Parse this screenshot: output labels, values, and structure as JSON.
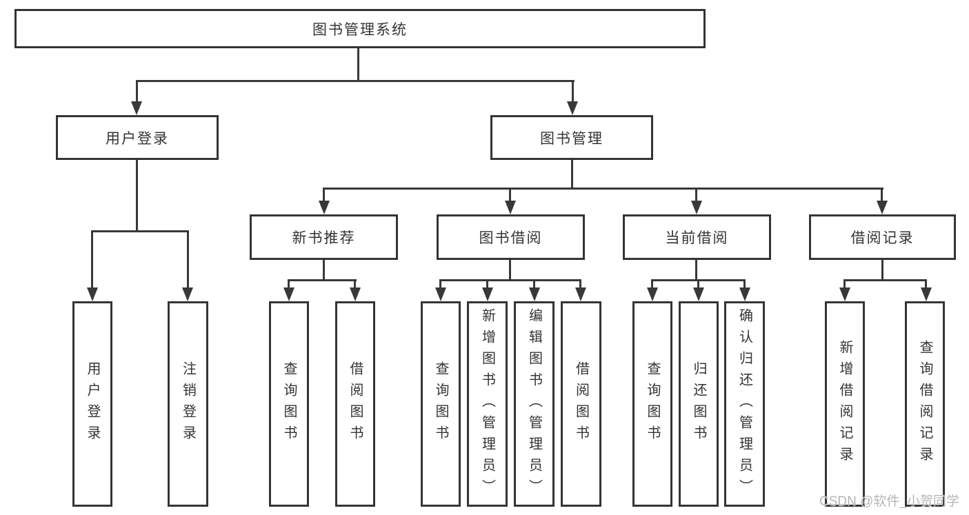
{
  "diagram_title": "图书管理系统",
  "nodes": {
    "root": "图书管理系统",
    "user_login": "用户登录",
    "book_mgmt": "图书管理",
    "new_book_rec": "新书推荐",
    "book_borrow": "图书借阅",
    "current_borrow": "当前借阅",
    "borrow_records": "借阅记录",
    "leaf_user_login": "用户登录",
    "leaf_logout": "注销登录",
    "leaf_nbr_query": "查询图书",
    "leaf_nbr_borrow": "借阅图书",
    "leaf_bb_query": "查询图书",
    "leaf_bb_add": "新增图书（管理员）",
    "leaf_bb_edit": "编辑图书（管理员）",
    "leaf_bb_borrow": "借阅图书",
    "leaf_cb_query": "查询图书",
    "leaf_cb_return": "归还图书",
    "leaf_cb_confirm": "确认归还（管理员）",
    "leaf_br_add": "新增借阅记录",
    "leaf_br_query": "查询借阅记录"
  },
  "hierarchy": {
    "图书管理系统": {
      "用户登录": [
        "用户登录",
        "注销登录"
      ],
      "图书管理": {
        "新书推荐": [
          "查询图书",
          "借阅图书"
        ],
        "图书借阅": [
          "查询图书",
          "新增图书（管理员）",
          "编辑图书（管理员）",
          "借阅图书"
        ],
        "当前借阅": [
          "查询图书",
          "归还图书",
          "确认归还（管理员）"
        ],
        "借阅记录": [
          "新增借阅记录",
          "查询借阅记录"
        ]
      }
    }
  },
  "watermark": "CSDN @软件_小贺同学",
  "colors": {
    "background": "#ffffff",
    "box_border": "#343434",
    "connector_line": "#383838",
    "text": "#333333",
    "watermark": "#b5b5b5"
  }
}
